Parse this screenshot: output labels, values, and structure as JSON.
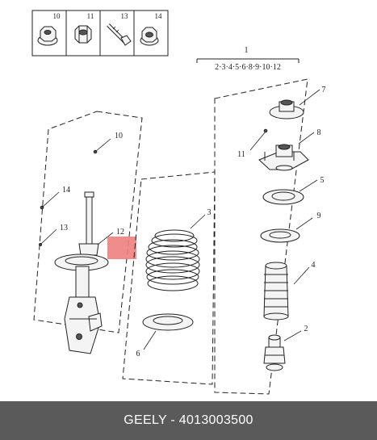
{
  "legend": {
    "cells": [
      {
        "number": "10",
        "icon": "flange-nut-icon"
      },
      {
        "number": "11",
        "icon": "nut-icon"
      },
      {
        "number": "13",
        "icon": "bolt-icon"
      },
      {
        "number": "14",
        "icon": "lock-nut-icon"
      }
    ]
  },
  "group_label": {
    "number": "1",
    "members": "2·3·4·5·6·8·9·10·12"
  },
  "callouts": {
    "c2": "2",
    "c3": "3",
    "c4": "4",
    "c5": "5",
    "c6": "6",
    "c7": "7",
    "c8": "8",
    "c9": "9",
    "c10": "10",
    "c11": "11",
    "c12": "12",
    "c13": "13",
    "c14": "14"
  },
  "footer": {
    "text": "GEELY - 4013003500"
  },
  "colors": {
    "highlight": "#f08080",
    "footer_bg": "#5a5a5a",
    "footer_text": "#ffffff"
  }
}
